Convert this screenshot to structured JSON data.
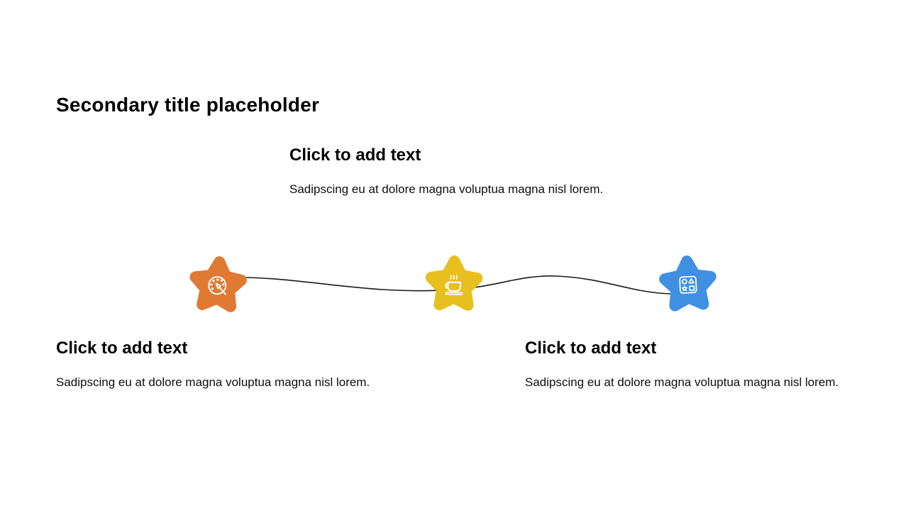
{
  "slide": {
    "title": "Secondary title placeholder",
    "background_color": "#ffffff"
  },
  "text_blocks": {
    "top": {
      "heading": "Click to add text",
      "body": "Sadipscing eu at dolore magna voluptua magna nisl lorem."
    },
    "bottom_left": {
      "heading": "Click to add text",
      "body": "Sadipscing eu at dolore magna voluptua magna nisl lorem."
    },
    "bottom_right": {
      "heading": "Click to add text",
      "body": "Sadipscing eu at dolore magna voluptua magna nisl lorem."
    }
  },
  "stars": [
    {
      "icon": "paint-palette-icon",
      "color": "#E07A33"
    },
    {
      "icon": "coffee-cup-icon",
      "color": "#E7C01F"
    },
    {
      "icon": "shapes-icon",
      "color": "#3F90E3"
    }
  ],
  "connector": {
    "color": "#1a1a1a"
  }
}
